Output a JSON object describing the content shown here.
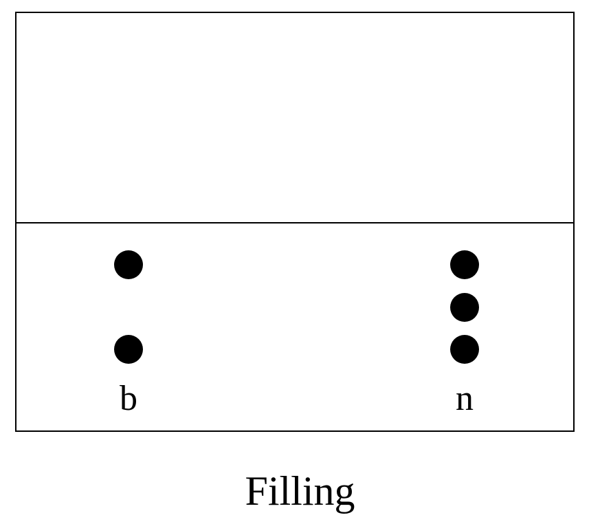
{
  "diagram": {
    "caption": "Filling",
    "colors": {
      "line": "#000000",
      "dot": "#000000",
      "background": "#ffffff"
    },
    "columns": [
      {
        "label": "b",
        "dots": 2
      },
      {
        "label": "n",
        "dots": 3
      }
    ]
  }
}
